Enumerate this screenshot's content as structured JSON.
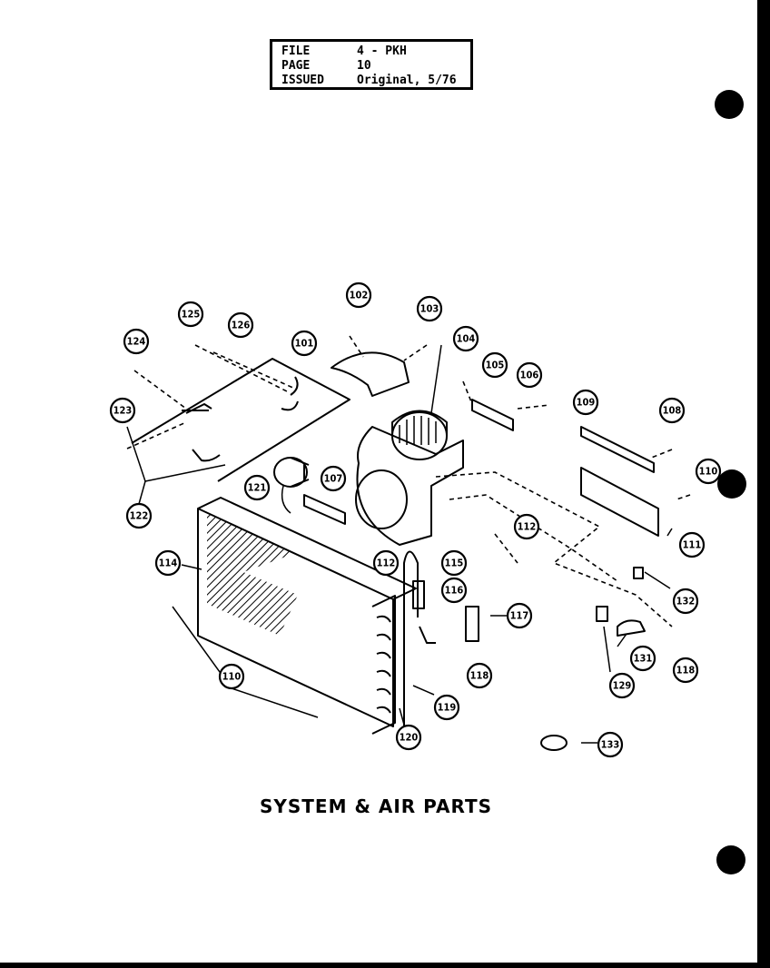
{
  "info_box": {
    "file_label": "FILE",
    "file_value": "4 - PKH",
    "page_label": "PAGE",
    "page_value": "10",
    "issued_label": "ISSUED",
    "issued_value": "Original, 5/76"
  },
  "caption": "SYSTEM & AIR PARTS",
  "callouts": [
    {
      "id": "101",
      "label": "101"
    },
    {
      "id": "102",
      "label": "102"
    },
    {
      "id": "103",
      "label": "103"
    },
    {
      "id": "104",
      "label": "104"
    },
    {
      "id": "105",
      "label": "105"
    },
    {
      "id": "106",
      "label": "106"
    },
    {
      "id": "107",
      "label": "107"
    },
    {
      "id": "108",
      "label": "108"
    },
    {
      "id": "109",
      "label": "109"
    },
    {
      "id": "110a",
      "label": "110"
    },
    {
      "id": "110b",
      "label": "110"
    },
    {
      "id": "111",
      "label": "111"
    },
    {
      "id": "112a",
      "label": "112"
    },
    {
      "id": "112b",
      "label": "112"
    },
    {
      "id": "114",
      "label": "114"
    },
    {
      "id": "115",
      "label": "115"
    },
    {
      "id": "116",
      "label": "116"
    },
    {
      "id": "117",
      "label": "117"
    },
    {
      "id": "118a",
      "label": "118"
    },
    {
      "id": "118b",
      "label": "118"
    },
    {
      "id": "119",
      "label": "119"
    },
    {
      "id": "120",
      "label": "120"
    },
    {
      "id": "121",
      "label": "121"
    },
    {
      "id": "122",
      "label": "122"
    },
    {
      "id": "123",
      "label": "123"
    },
    {
      "id": "124",
      "label": "124"
    },
    {
      "id": "125",
      "label": "125"
    },
    {
      "id": "126",
      "label": "126"
    },
    {
      "id": "129",
      "label": "129"
    },
    {
      "id": "131",
      "label": "131"
    },
    {
      "id": "132",
      "label": "132"
    },
    {
      "id": "133",
      "label": "133"
    }
  ]
}
